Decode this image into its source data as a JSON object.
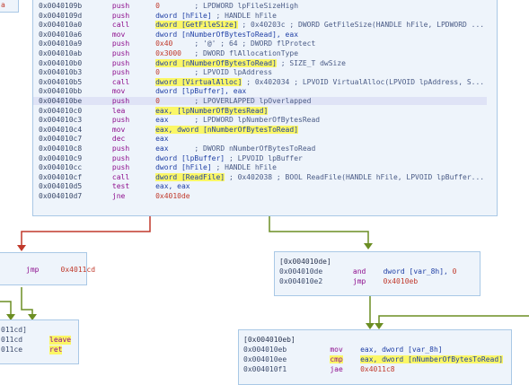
{
  "main_block": {
    "rows": [
      {
        "addr": "0x0040109b",
        "mn": "push",
        "ops": [
          {
            "t": "0",
            "c": "num"
          },
          {
            "t": "        ; LPDWORD lpFileSizeHigh",
            "c": "cmt"
          }
        ]
      },
      {
        "addr": "0x0040109d",
        "mn": "push",
        "ops": [
          {
            "t": "dword [hFile]",
            "c": "op"
          },
          {
            "t": " ; HANDLE hFile",
            "c": "cmt"
          }
        ]
      },
      {
        "addr": "0x004010a0",
        "mn": "call",
        "ops": [
          {
            "t": "dword [GetFileSize]",
            "c": "op",
            "hl": true
          },
          {
            "t": " ; 0x40203c ; DWORD GetFileSize(HANDLE hFile, LPDWORD ...",
            "c": "cmt"
          }
        ]
      },
      {
        "addr": "0x004010a6",
        "mn": "mov",
        "ops": [
          {
            "t": "dword [nNumberOfBytesToRead], eax",
            "c": "op"
          }
        ]
      },
      {
        "addr": "0x004010a9",
        "mn": "push",
        "ops": [
          {
            "t": "0x40",
            "c": "num"
          },
          {
            "t": "     ; '@' ; 64 ; DWORD flProtect",
            "c": "cmt"
          }
        ]
      },
      {
        "addr": "0x004010ab",
        "mn": "push",
        "ops": [
          {
            "t": "0x3000",
            "c": "num"
          },
          {
            "t": "   ; DWORD flAllocationType",
            "c": "cmt"
          }
        ]
      },
      {
        "addr": "0x004010b0",
        "mn": "push",
        "ops": [
          {
            "t": "dword [nNumberOfBytesToRead]",
            "c": "op",
            "hl": true
          },
          {
            "t": " ; SIZE_T dwSize",
            "c": "cmt"
          }
        ]
      },
      {
        "addr": "0x004010b3",
        "mn": "push",
        "ops": [
          {
            "t": "0",
            "c": "num"
          },
          {
            "t": "        ; LPVOID lpAddress",
            "c": "cmt"
          }
        ]
      },
      {
        "addr": "0x004010b5",
        "mn": "call",
        "ops": [
          {
            "t": "dword [VirtualAlloc]",
            "c": "op",
            "hl": true
          },
          {
            "t": " ; 0x402034 ; LPVOID VirtualAlloc(LPVOID lpAddress, S...",
            "c": "cmt"
          }
        ]
      },
      {
        "addr": "0x004010bb",
        "mn": "mov",
        "ops": [
          {
            "t": "dword [lpBuffer], eax",
            "c": "op"
          }
        ]
      },
      {
        "addr": "0x004010be",
        "mn": "push",
        "ops": [
          {
            "t": "0",
            "c": "num"
          },
          {
            "t": "        ; LPOVERLAPPED lpOverlapped",
            "c": "cmt"
          }
        ],
        "sel": true
      },
      {
        "addr": "0x004010c0",
        "mn": "lea",
        "ops": [
          {
            "t": "eax, [lpNumberOfBytesRead]",
            "c": "op",
            "hl": true
          }
        ]
      },
      {
        "addr": "0x004010c3",
        "mn": "push",
        "ops": [
          {
            "t": "eax",
            "c": "op"
          },
          {
            "t": "      ; LPDWORD lpNumberOfBytesRead",
            "c": "cmt"
          }
        ]
      },
      {
        "addr": "0x004010c4",
        "mn": "mov",
        "ops": [
          {
            "t": "eax, dword [nNumberOfBytesToRead]",
            "c": "op",
            "hl": true
          }
        ]
      },
      {
        "addr": "0x004010c7",
        "mn": "dec",
        "ops": [
          {
            "t": "eax",
            "c": "op"
          }
        ]
      },
      {
        "addr": "0x004010c8",
        "mn": "push",
        "ops": [
          {
            "t": "eax",
            "c": "op"
          },
          {
            "t": "      ; DWORD nNumberOfBytesToRead",
            "c": "cmt"
          }
        ]
      },
      {
        "addr": "0x004010c9",
        "mn": "push",
        "ops": [
          {
            "t": "dword [lpBuffer]",
            "c": "op"
          },
          {
            "t": " ; LPVOID lpBuffer",
            "c": "cmt"
          }
        ]
      },
      {
        "addr": "0x004010cc",
        "mn": "push",
        "ops": [
          {
            "t": "dword [hFile]",
            "c": "op"
          },
          {
            "t": " ; HANDLE hFile",
            "c": "cmt"
          }
        ]
      },
      {
        "addr": "0x004010cf",
        "mn": "call",
        "ops": [
          {
            "t": "dword [ReadFile]",
            "c": "op",
            "hl": true
          },
          {
            "t": " ; 0x402038 ; BOOL ReadFile(HANDLE hFile, LPVOID lpBuffer...",
            "c": "cmt"
          }
        ]
      },
      {
        "addr": "0x004010d5",
        "mn": "test",
        "ops": [
          {
            "t": "eax, eax",
            "c": "op"
          }
        ]
      },
      {
        "addr": "0x004010d7",
        "mn": "jne",
        "ops": [
          {
            "t": "0x4010de",
            "c": "num"
          }
        ]
      }
    ]
  },
  "top_left_fragment": "a",
  "left_block": {
    "mn": "jmp",
    "target": "0x4011cd"
  },
  "right_block": {
    "header": "[0x004010de]",
    "rows": [
      {
        "addr": "0x004010de",
        "mn": "and",
        "ops": [
          {
            "t": "dword [var_8h], ",
            "c": "op"
          },
          {
            "t": "0",
            "c": "num"
          }
        ]
      },
      {
        "addr": "0x004010e2",
        "mn": "jmp",
        "ops": [
          {
            "t": "0x4010eb",
            "c": "num"
          }
        ]
      }
    ]
  },
  "bottom_left_block": {
    "addrs": [
      "011cd]",
      "011cd",
      "011ce"
    ],
    "rows": [
      {
        "mn": "leave"
      },
      {
        "mn": "ret"
      }
    ]
  },
  "bottom_right_block": {
    "header": "[0x004010eb]",
    "rows": [
      {
        "addr": "0x004010eb",
        "mn": "mov",
        "ops": [
          {
            "t": "eax, dword [var_8h]",
            "c": "op"
          }
        ]
      },
      {
        "addr": "0x004010ee",
        "mn": "cmp",
        "ops": [
          {
            "t": "eax, dword [nNumberOfBytesToRead]",
            "c": "op",
            "hl": true
          }
        ],
        "mnhl": true
      },
      {
        "addr": "0x004010f1",
        "mn": "jae",
        "ops": [
          {
            "t": "0x4011c8",
            "c": "num"
          }
        ]
      }
    ]
  },
  "colors": {
    "false_edge": "#c0392b",
    "true_edge": "#6b8e23",
    "flow_edge": "#6b8e23",
    "node_bg": "#eef4fb",
    "node_border": "#a9c8e6",
    "highlight": "#fbf766"
  }
}
